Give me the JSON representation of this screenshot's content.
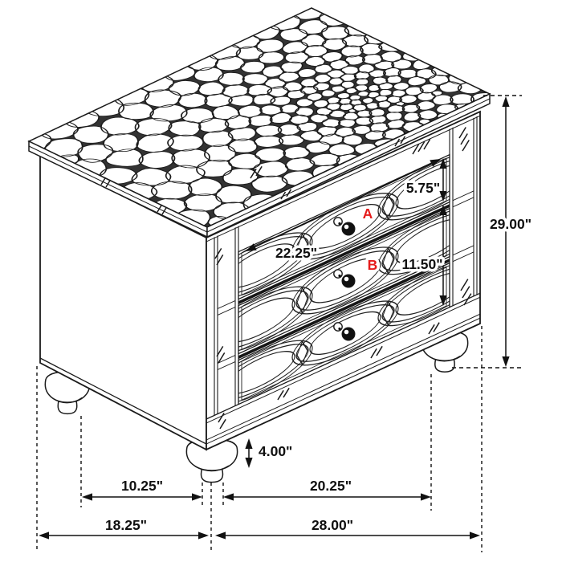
{
  "diagram": {
    "labels": {
      "drawer_a": "A",
      "drawer_b": "B"
    },
    "dimensions": {
      "total_height": "29.00\"",
      "drawer_a_height": "5.75\"",
      "drawer_b_height": "11.50\"",
      "drawer_width": "22.25\"",
      "foot_height": "4.00\"",
      "side_foot_span": "10.25\"",
      "front_foot_span": "20.25\"",
      "side_depth": "18.25\"",
      "front_width": "28.00\""
    },
    "colors": {
      "line": "#1a1a1a",
      "accent_red": "#e51b1b",
      "background": "#ffffff"
    }
  }
}
